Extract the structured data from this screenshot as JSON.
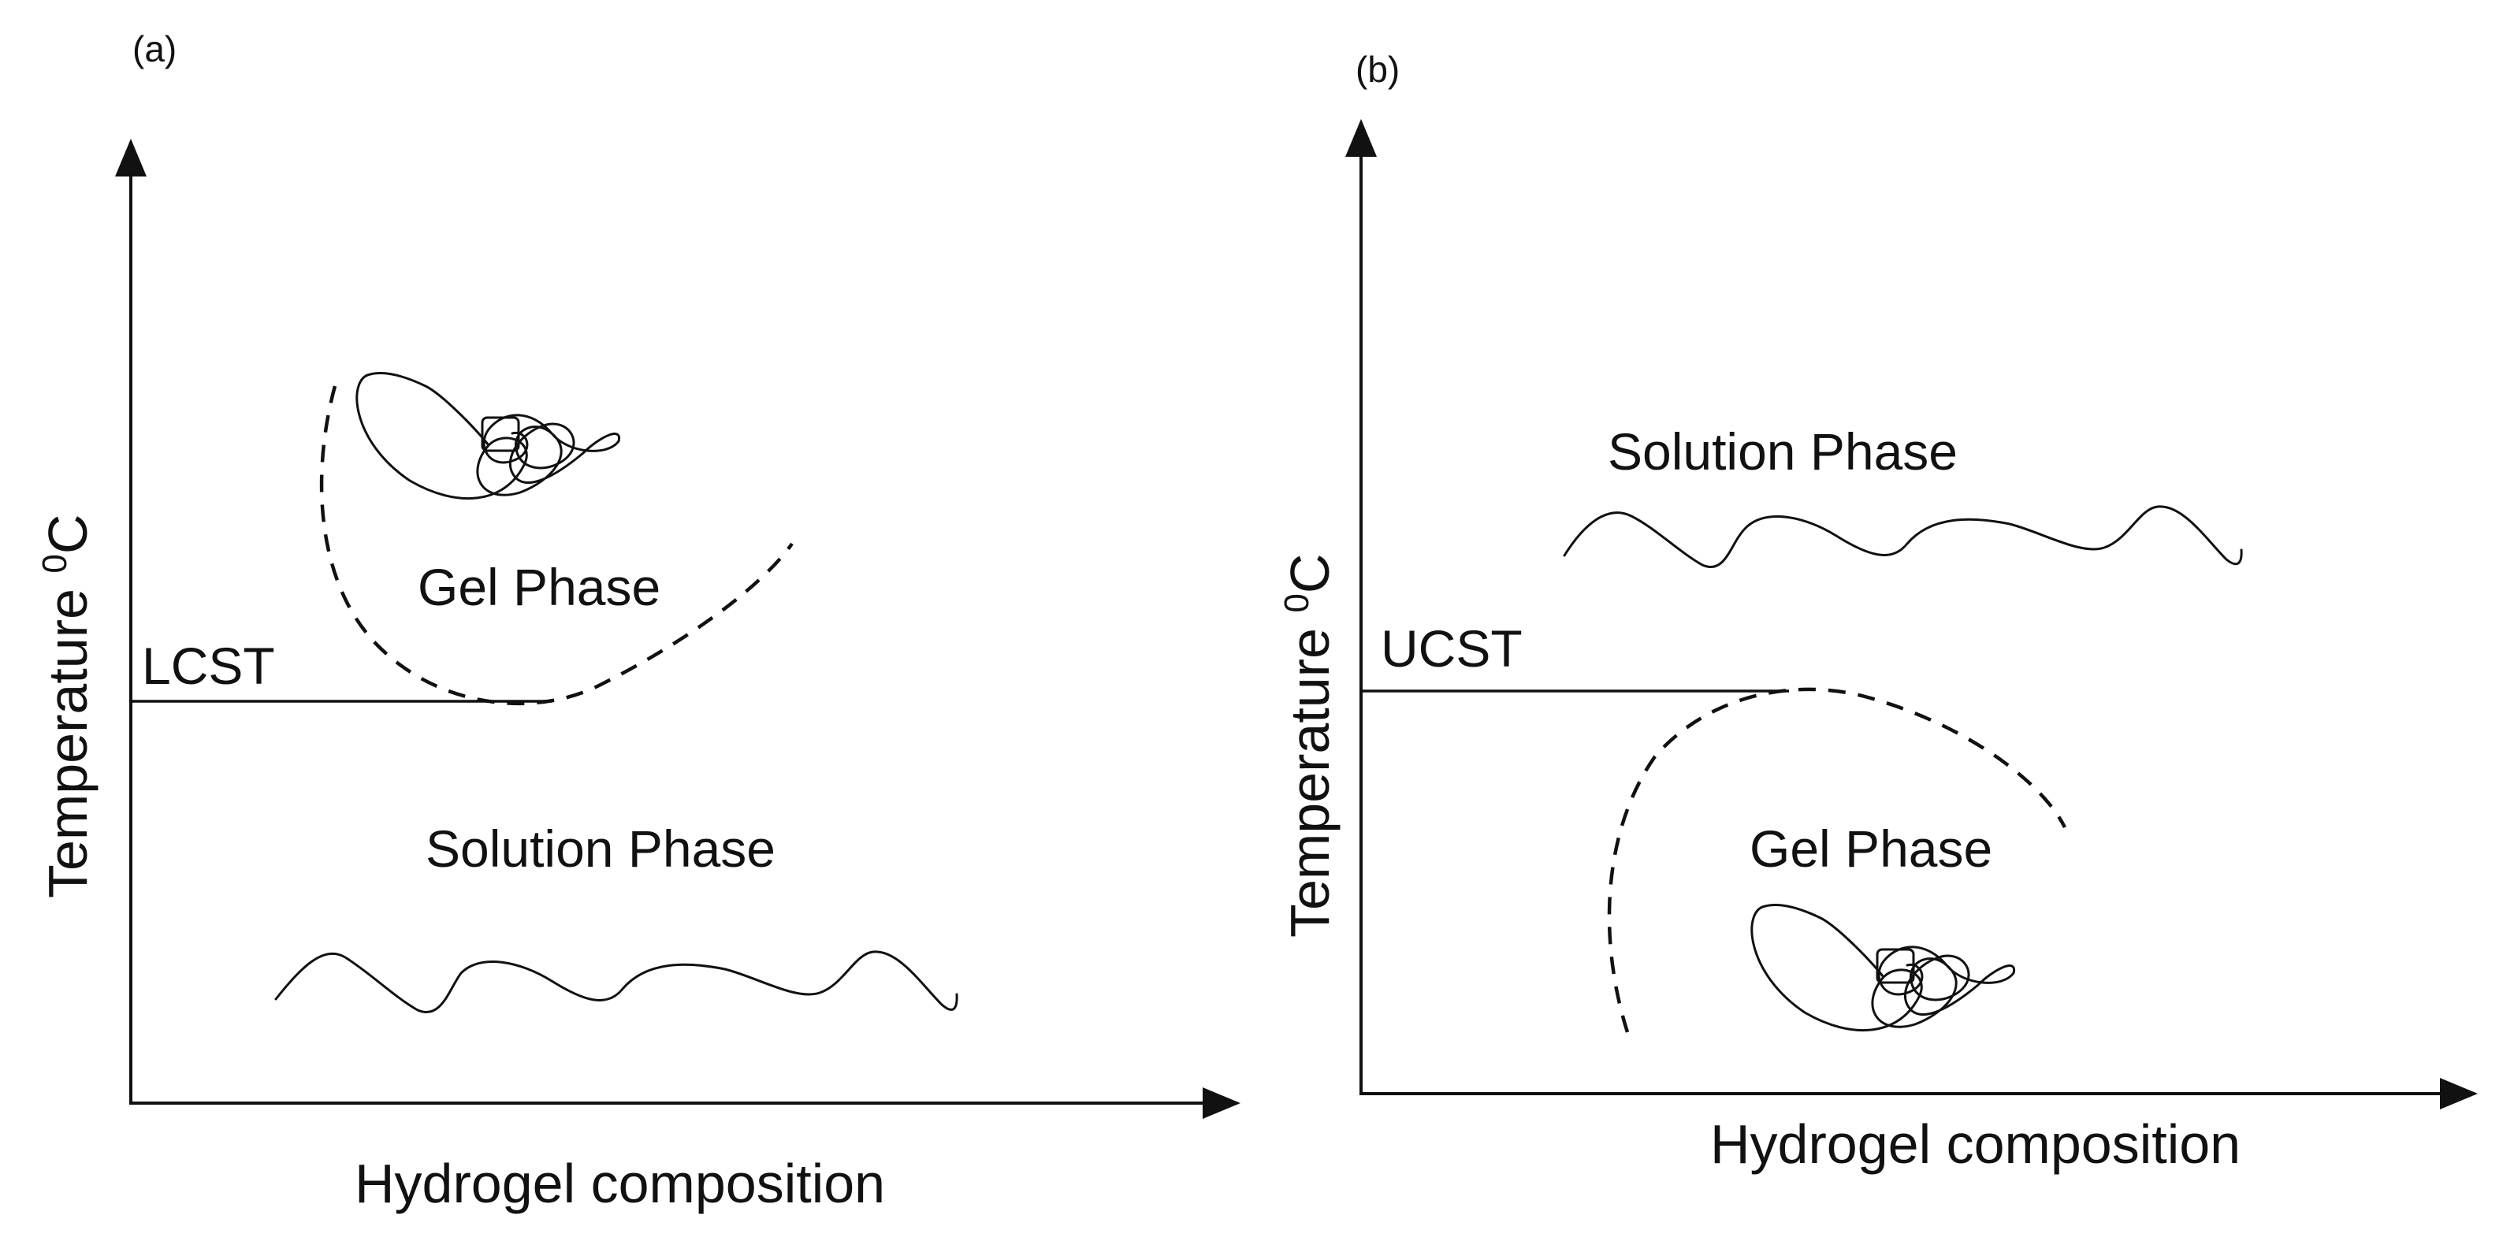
{
  "panels": [
    {
      "id": "a",
      "label": "(a)",
      "critical_label": "LCST",
      "gel_label": "Gel Phase",
      "solution_label": "Solution Phase",
      "y_axis_label": "Temperature ",
      "y_axis_sup": "0",
      "y_axis_unit": "C",
      "x_axis_label": "Hydrogel composition"
    },
    {
      "id": "b",
      "label": "(b)",
      "critical_label": "UCST",
      "gel_label": "Gel Phase",
      "solution_label": "Solution Phase",
      "y_axis_label": "Temperature ",
      "y_axis_sup": "0",
      "y_axis_unit": "C",
      "x_axis_label": "Hydrogel composition"
    }
  ]
}
